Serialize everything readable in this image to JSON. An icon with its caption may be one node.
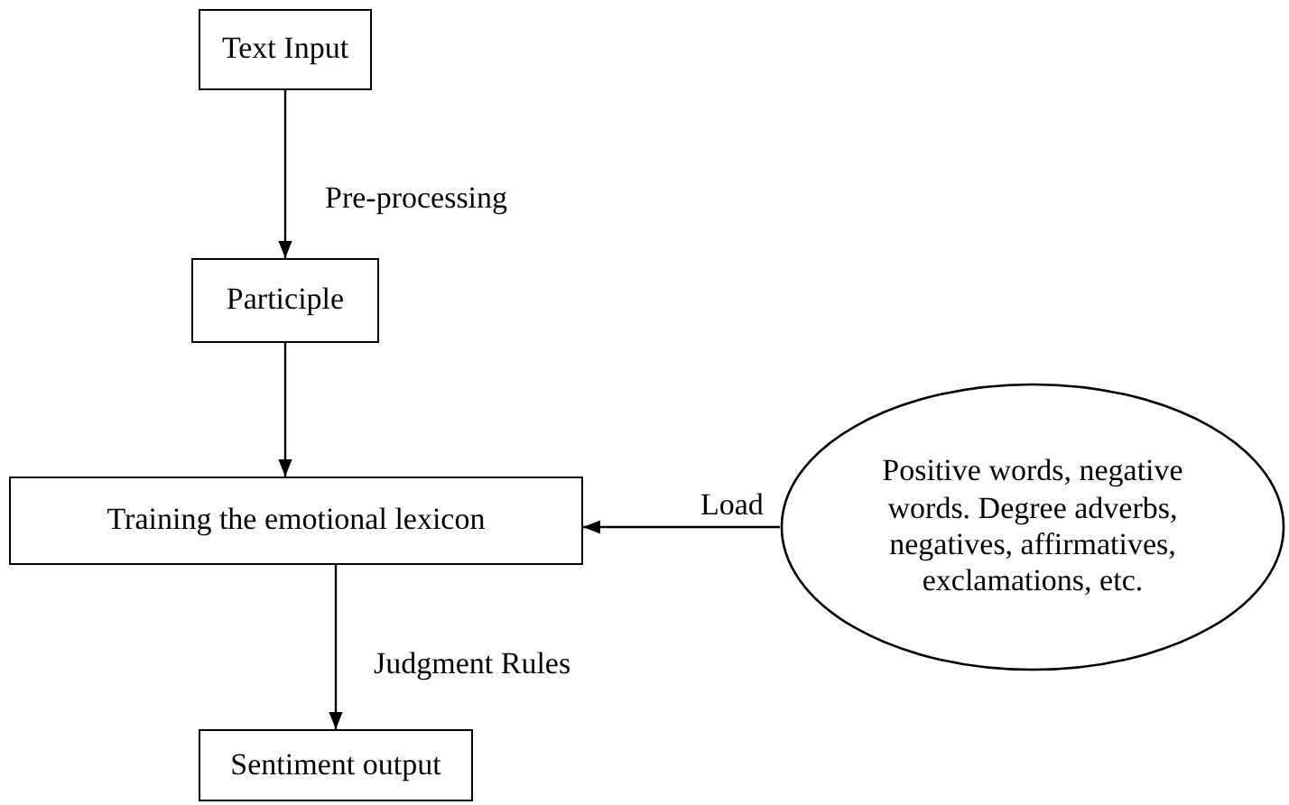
{
  "diagram": {
    "nodes": [
      {
        "text": [
          "Text Input"
        ]
      },
      {
        "text": [
          "Participle"
        ]
      },
      {
        "text": [
          "Training the emotional lexicon"
        ]
      },
      {
        "text": [
          "Sentiment output"
        ]
      },
      {
        "text": [
          "Positive words, negative words. Degree adverbs, negatives, affirmatives, exclamations, etc."
        ]
      }
    ],
    "edges": [
      {
        "from": 0,
        "to": 1,
        "arrow": "to",
        "label": "Pre-processing"
      },
      {
        "from": 1,
        "to": 2,
        "arrow": "to"
      },
      {
        "from": 4,
        "to": 2,
        "arrow": "to",
        "label": "Load"
      },
      {
        "from": 2,
        "to": 3,
        "arrow": "to",
        "label": "Judgment Rules"
      }
    ]
  }
}
